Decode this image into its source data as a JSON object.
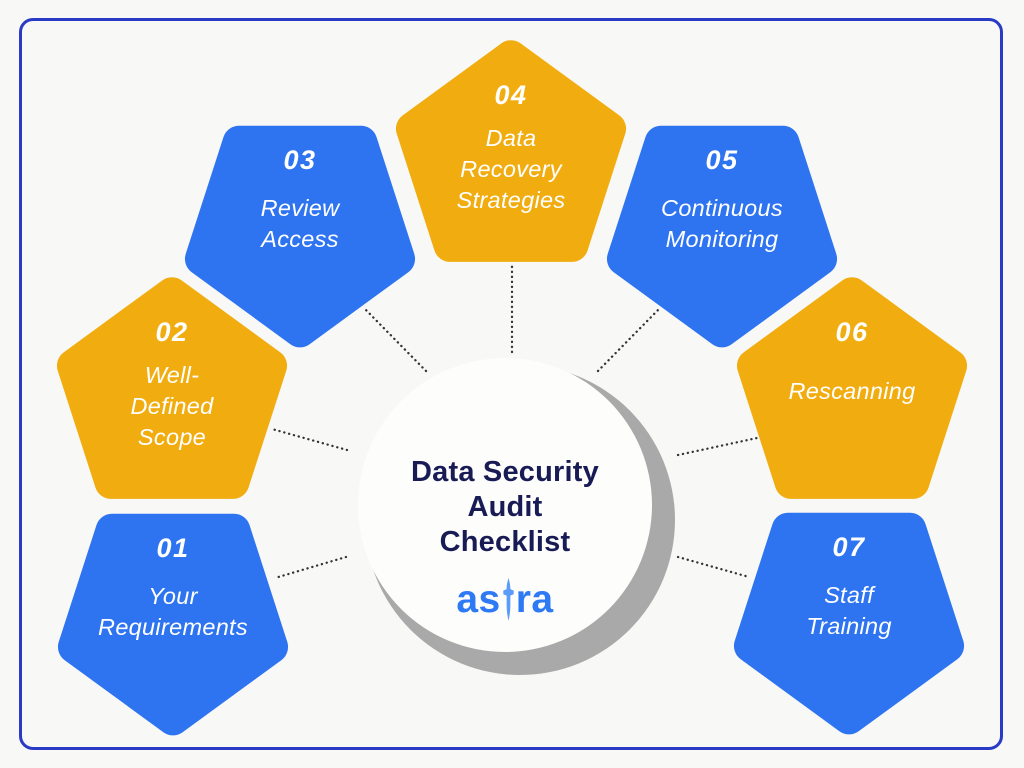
{
  "title": {
    "lines": [
      "Data Security",
      "Audit",
      "Checklist"
    ]
  },
  "logo": {
    "text_before": "as",
    "text_after": "ra",
    "full": "astra"
  },
  "steps": [
    {
      "number": "01",
      "label": "Your\nRequirements",
      "color": "#2e74f1"
    },
    {
      "number": "02",
      "label": "Well-\nDefined\nScope",
      "color": "#f1ad10"
    },
    {
      "number": "03",
      "label": "Review\nAccess",
      "color": "#2e74f1"
    },
    {
      "number": "04",
      "label": "Data\nRecovery\nStrategies",
      "color": "#f1ad10"
    },
    {
      "number": "05",
      "label": "Continuous\nMonitoring",
      "color": "#2e74f1"
    },
    {
      "number": "06",
      "label": "Rescanning",
      "color": "#f1ad10"
    },
    {
      "number": "07",
      "label": "Staff\nTraining",
      "color": "#2e74f1"
    }
  ],
  "colors": {
    "background": "#f8f8f6",
    "frame_border": "#2a3ac4",
    "title_text": "#191b55",
    "logo_blue": "#2e79f4",
    "logo_t_blue": "#5a9cf8",
    "crescent_gray": "#a9a9a9",
    "connector": "#323238",
    "step_text": "#ffffff",
    "blue": "#2e74f1",
    "orange": "#f1ad10"
  }
}
